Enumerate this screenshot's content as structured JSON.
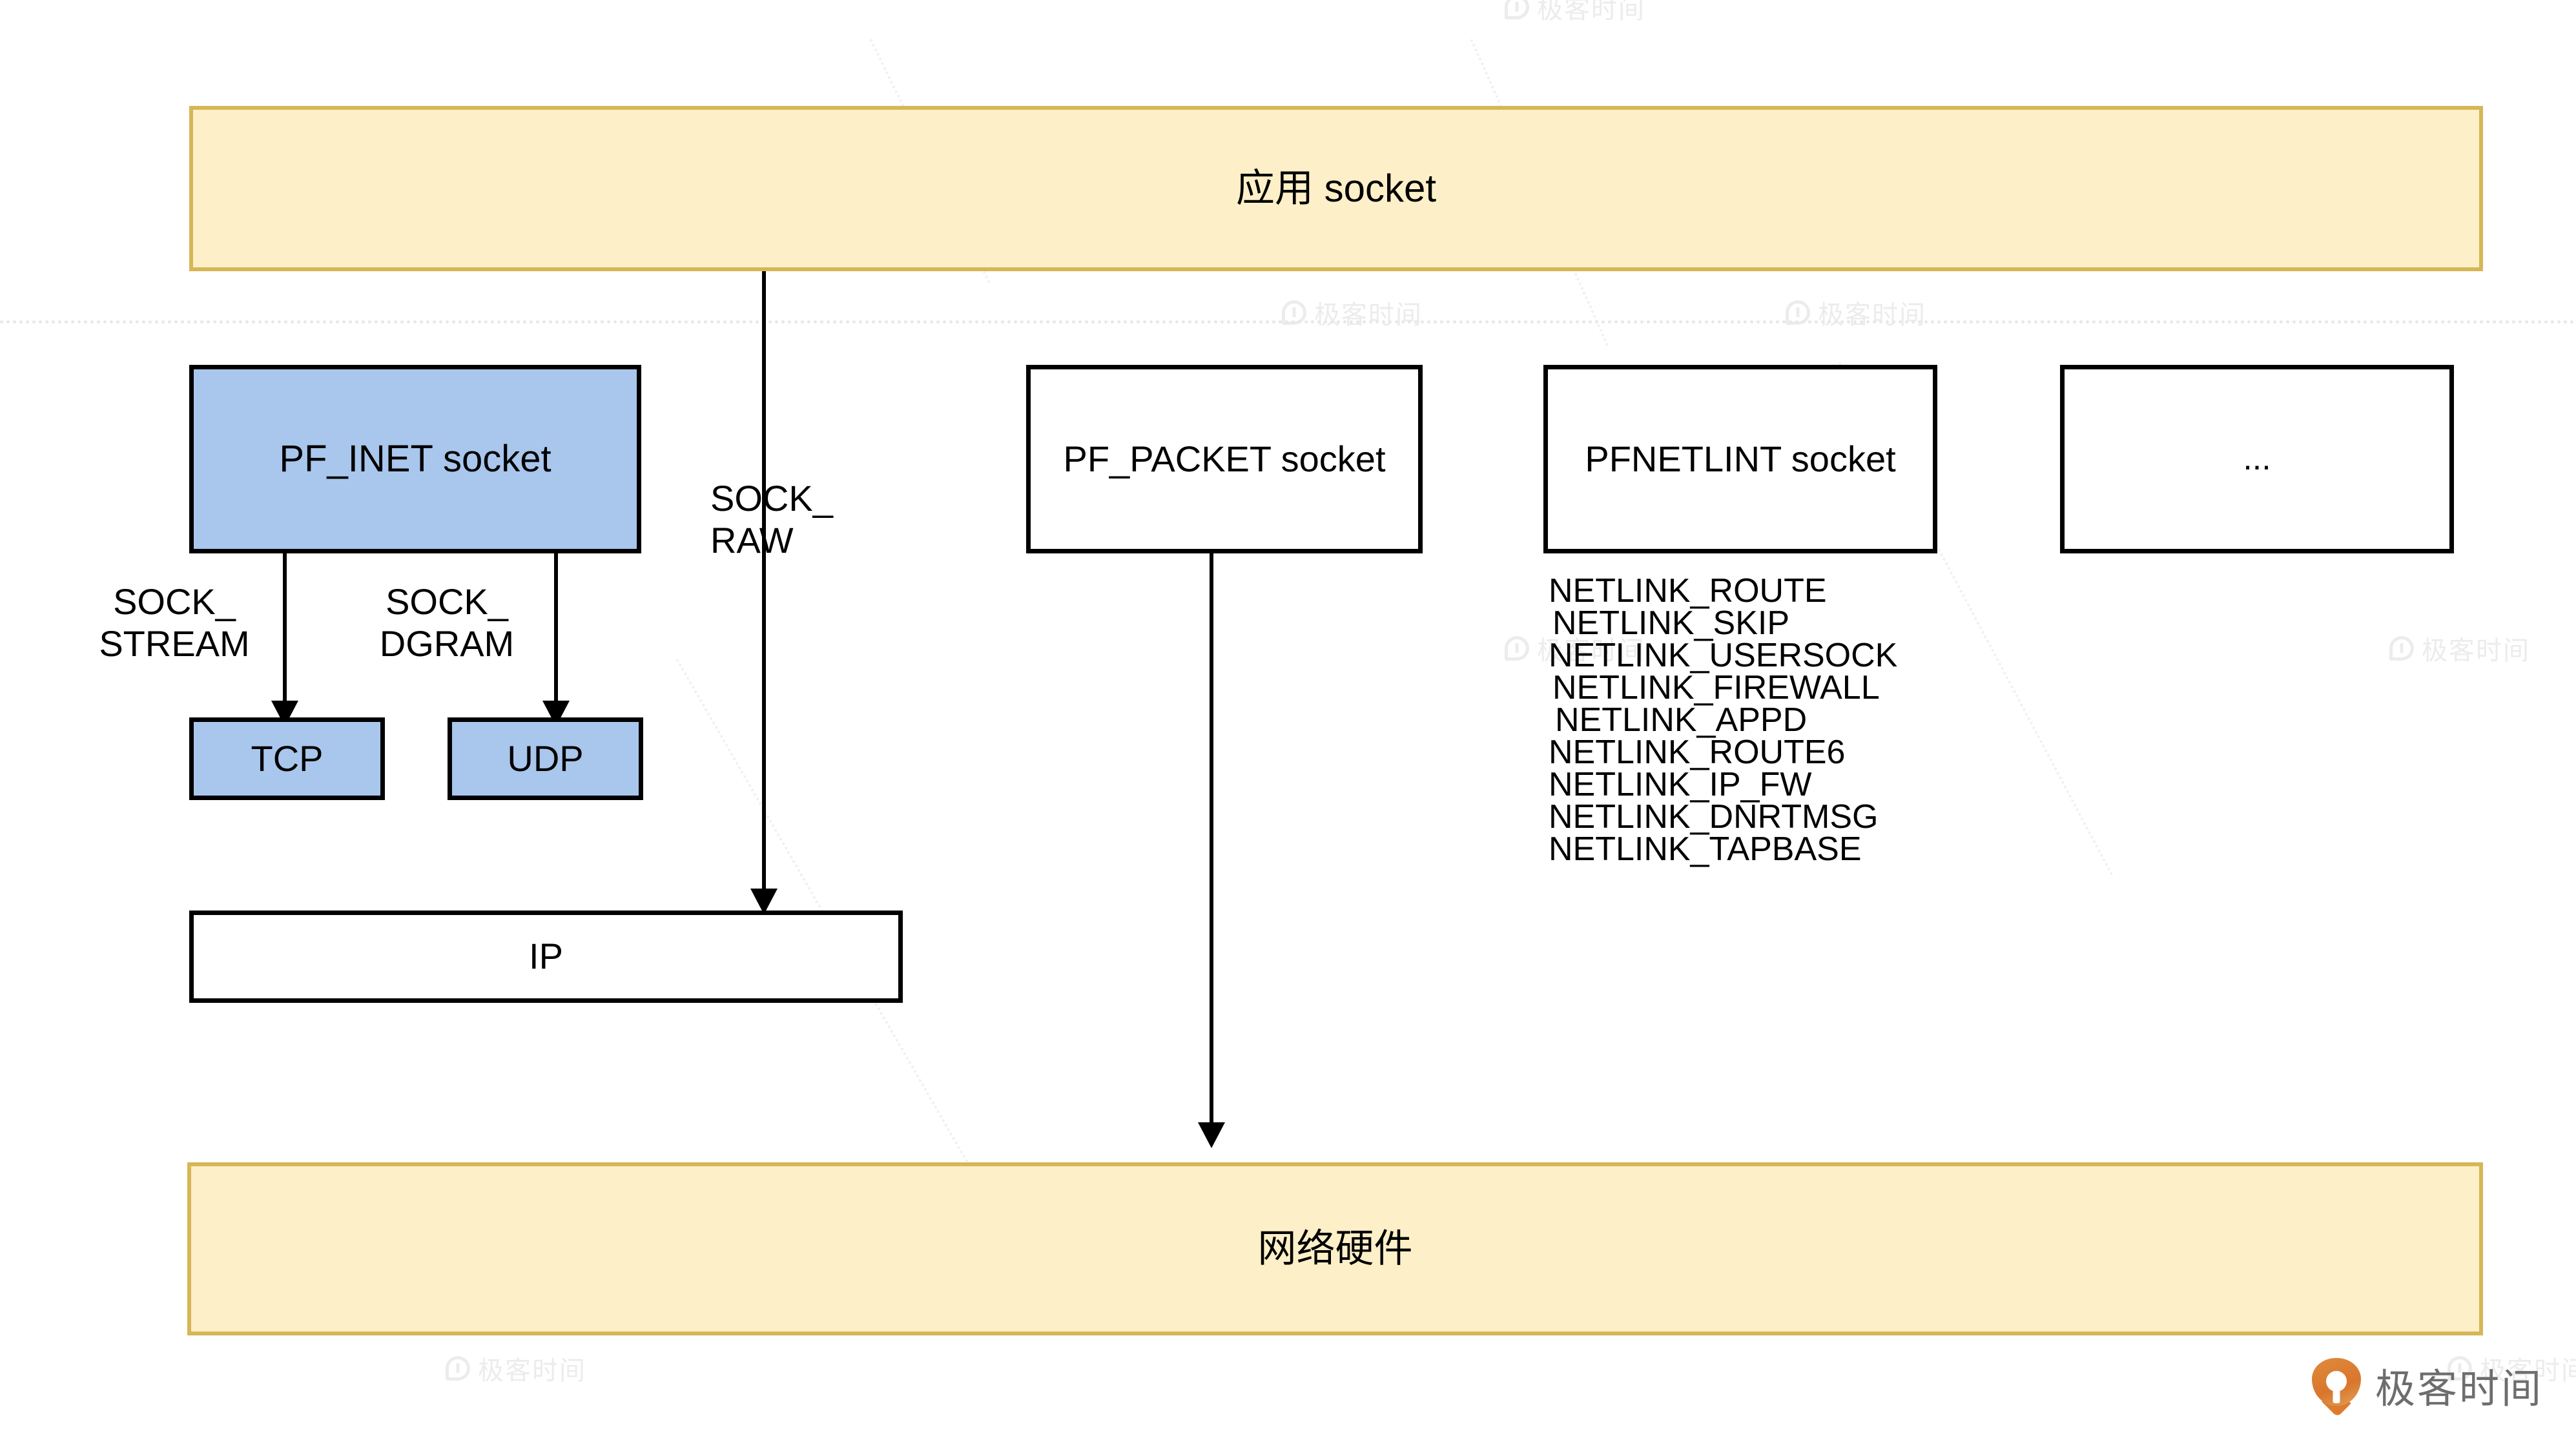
{
  "diagram": {
    "title": "Linux socket family architecture",
    "colors": {
      "yellow_fill": "#fdefc7",
      "yellow_border": "#d6b656",
      "blue_fill": "#a9c6ec",
      "black_border": "#000000",
      "divider": "#e8e8e8",
      "watermark": "#ececec",
      "brand_orange": "#dd7c2e",
      "brand_gray": "#6d6d6d"
    },
    "layers": {
      "application": {
        "label": "应用 socket"
      },
      "hardware": {
        "label": "网络硬件"
      }
    },
    "boxes": {
      "pf_inet": {
        "label": "PF_INET socket"
      },
      "tcp": {
        "label": "TCP"
      },
      "udp": {
        "label": "UDP"
      },
      "ip": {
        "label": "IP"
      },
      "pf_packet": {
        "label": "PF_PACKET\nsocket"
      },
      "pfnetlint": {
        "label": "PFNETLINT\nsocket"
      },
      "more": {
        "label": "..."
      }
    },
    "edge_labels": {
      "sock_stream": "SOCK_\nSTREAM",
      "sock_dgram": "SOCK_\nDGRAM",
      "sock_raw": "SOCK_\nRAW"
    },
    "netlink_protocols": [
      "NETLINK_ROUTE",
      "NETLINK_SKIP",
      "NETLINK_USERSOCK",
      "NETLINK_FIREWALL",
      "NETLINK_APPD",
      "NETLINK_ROUTE6",
      "NETLINK_IP_FW",
      "NETLINK_DNRTMSG",
      "NETLINK_TAPBASE"
    ],
    "watermarks": {
      "text": "极客时间",
      "positions": [
        "top-center",
        "divider-left",
        "divider-right",
        "mid-left",
        "mid-right",
        "bottom-left"
      ]
    },
    "brand": {
      "name": "极客时间",
      "icon": "location-pin-icon"
    }
  }
}
